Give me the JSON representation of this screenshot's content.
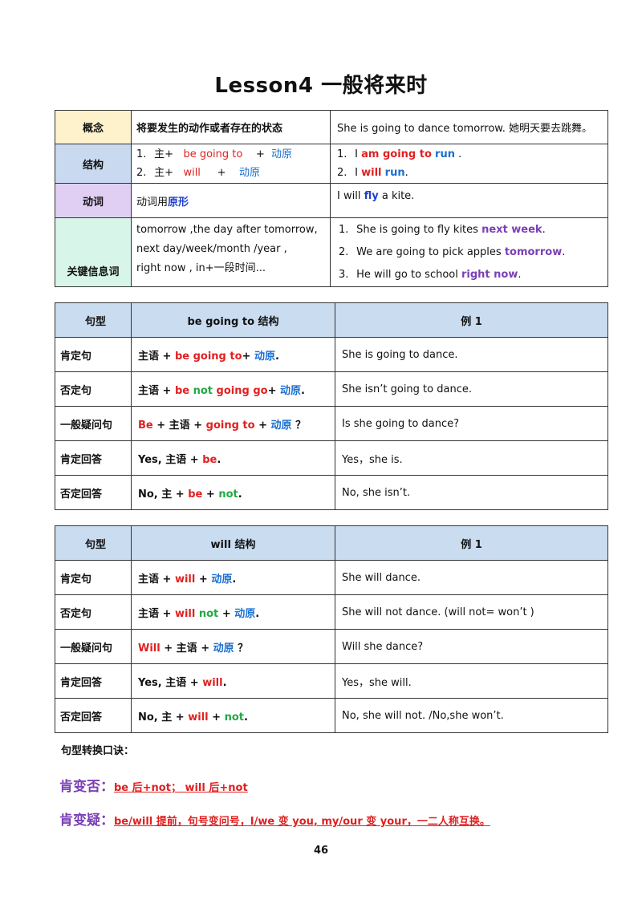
{
  "title": "Lesson4   一般将来时",
  "intro": {
    "concept_label": "概念",
    "concept_text": "将要发生的动作或者存在的状态",
    "concept_example": "She is going to dance tomorrow.  她明天要去跳舞。",
    "structure_label": "结构",
    "structure_lines": [
      {
        "num": "1.",
        "subj": "主+",
        "verb": "be going to",
        "plus": "+",
        "base": "动原"
      },
      {
        "num": "2.",
        "subj": "主+",
        "verb": "will",
        "plus": "+",
        "base": "动原"
      }
    ],
    "structure_examples": [
      {
        "num": "1.",
        "pre": "I",
        "verb": "am going to",
        "base": "run",
        "end": "."
      },
      {
        "num": "2.",
        "pre": "I",
        "verb": "will",
        "base": "run",
        "end": "."
      }
    ],
    "verb_label": "动词",
    "verb_text_pre": "动词用",
    "verb_text_key": "原形",
    "verb_example": {
      "pre": "I will",
      "key": "fly",
      "post": "a kite."
    },
    "keywords_label": "关键信息词",
    "keywords_lines": [
      "tomorrow ,the day after tomorrow,",
      "next day/week/month /year  ,",
      "right now , in+一段时间..."
    ],
    "keywords_examples": [
      {
        "num": "1.",
        "pre": "She is going to fly kites",
        "key": "next week",
        "end": "."
      },
      {
        "num": "2.",
        "pre": "We are going to pick apples",
        "key": "tomorrow",
        "end": "."
      },
      {
        "num": "3.",
        "pre": "He will go to school",
        "key": "right now",
        "end": "."
      }
    ]
  },
  "going_table": {
    "headers": [
      "句型",
      "be going to 结构",
      "例 1"
    ],
    "rows": [
      {
        "type": "肯定句",
        "example": "She is going to dance."
      },
      {
        "type": "否定句",
        "example": "She isn’t going to dance."
      },
      {
        "type": "一般疑问句",
        "example": "Is she going to dance?"
      },
      {
        "type": "肯定回答",
        "example": "Yes，she is."
      },
      {
        "type": "否定回答",
        "example": "No, she isn’t."
      }
    ],
    "formulas": {
      "f1": {
        "a": "主语  +",
        "b": "be going to",
        "c": "+",
        "d": "动原",
        "e": "."
      },
      "f2": {
        "a": "主语  +",
        "b": "be",
        "c": "not",
        "d": "going go",
        "e": "+",
        "f": "动原",
        "g": "."
      },
      "f3": {
        "a": "Be",
        "b": "+  主语  +",
        "c": "going to",
        "d": "+",
        "e": "动原",
        "f": "？"
      },
      "f4": {
        "a": "Yes, 主语  +",
        "b": "be",
        "c": "."
      },
      "f5": {
        "a": "No, 主  +",
        "b": "be",
        "c": "+",
        "d": "not",
        "e": "."
      }
    }
  },
  "will_table": {
    "headers": [
      "句型",
      "will 结构",
      "例 1"
    ],
    "rows": [
      {
        "type": "肯定句",
        "example": "She will dance."
      },
      {
        "type": "否定句",
        "example": "She will not dance. (will not= won’t )"
      },
      {
        "type": "一般疑问句",
        "example": "Will she dance?"
      },
      {
        "type": "肯定回答",
        "example": "Yes，she will."
      },
      {
        "type": "否定回答",
        "example": "No, she will not. /No,she won’t."
      }
    ],
    "formulas": {
      "f1": {
        "a": "主语  +",
        "b": "will",
        "c": "+",
        "d": "动原",
        "e": "."
      },
      "f2": {
        "a": "主语  +",
        "b": "will",
        "c": "not",
        "d": "+",
        "e": "动原",
        "f": "."
      },
      "f3": {
        "a": "Will",
        "b": "+   主语  +",
        "c": "动原",
        "d": "？"
      },
      "f4": {
        "a": "Yes, 主语  +",
        "b": "will",
        "c": "."
      },
      "f5": {
        "a": "No, 主  +",
        "b": "will",
        "c": "+",
        "d": "not",
        "e": "."
      }
    }
  },
  "tip_heading": "句型转换口诀：",
  "rule1": {
    "label": "肯变否：",
    "text": "be 后+not；  will 后+not"
  },
  "rule2": {
    "label": "肯变疑：",
    "text": "be/will 提前，句号变问号，I/we  变 you, my/our 变 your，一二人称互换。"
  },
  "page_number": "46",
  "colors": {
    "red": "#e02020",
    "blue": "#1a6fd0",
    "green": "#22a845",
    "purple": "#7a3fb5",
    "header": "#c9dcf0"
  }
}
